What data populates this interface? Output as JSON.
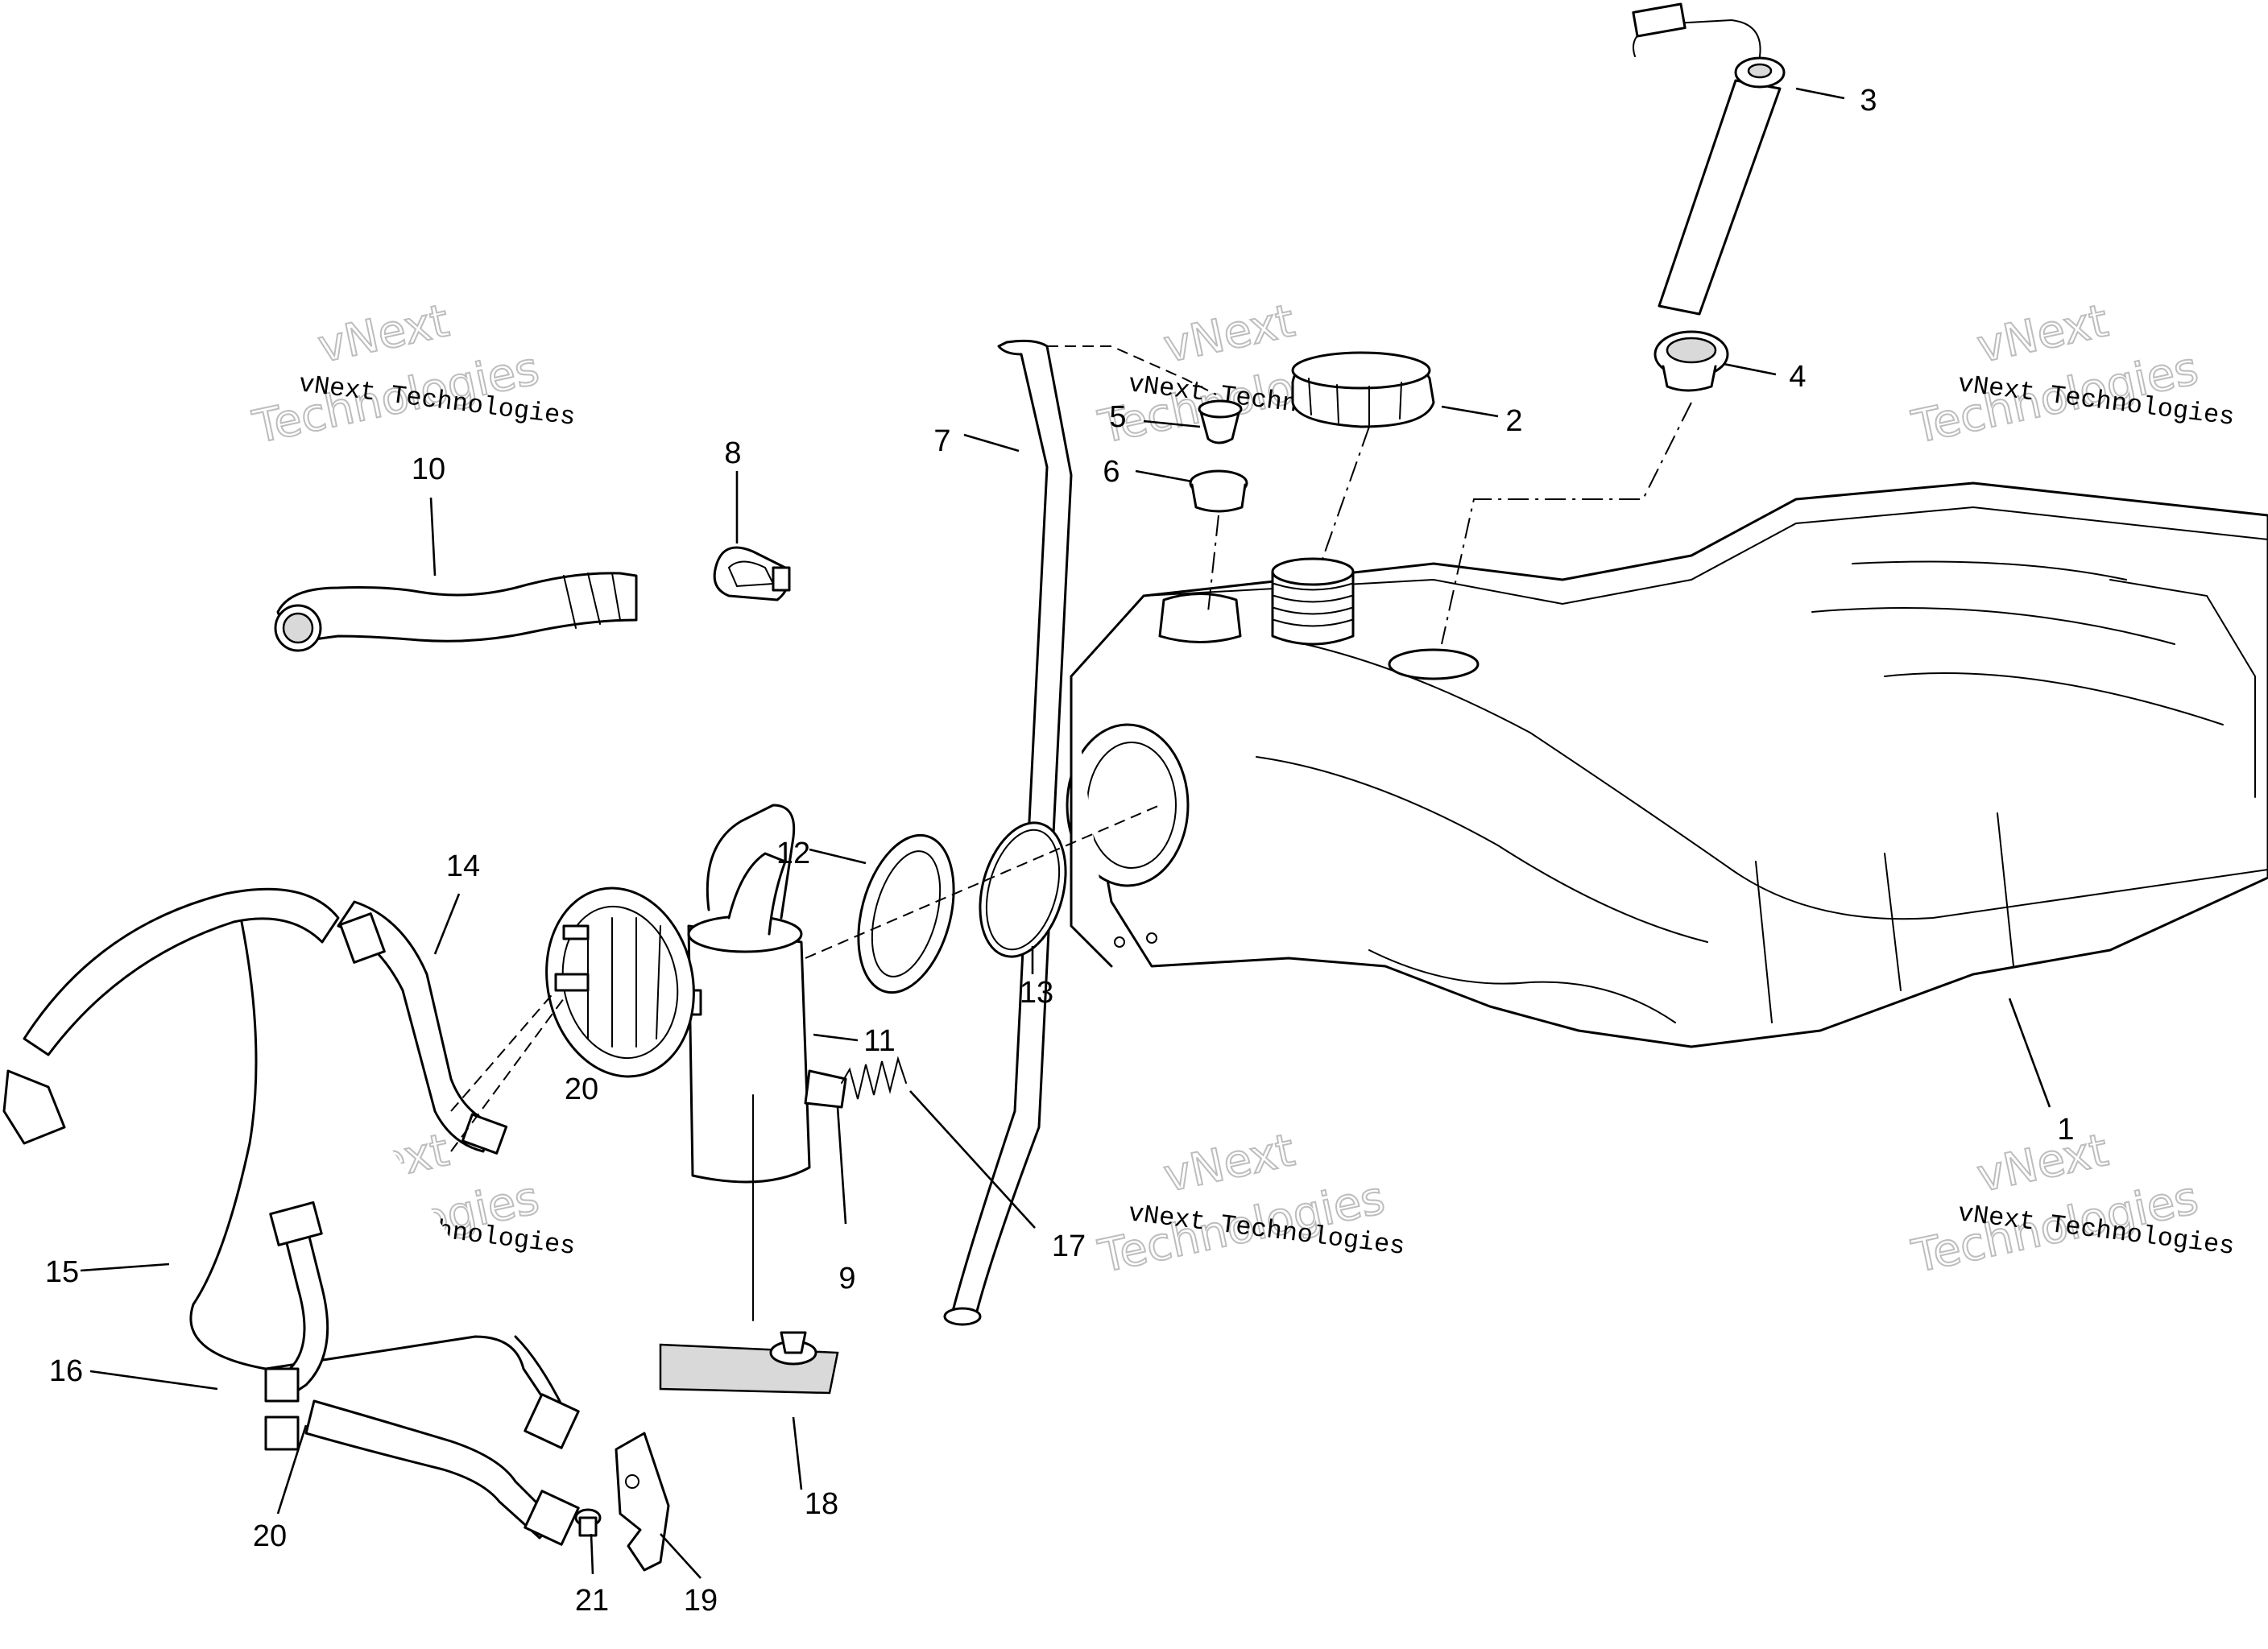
{
  "watermark": {
    "line_small": "vNext Technologies",
    "line_big_top": "vNext",
    "line_big_bottom": "Technologies"
  },
  "callouts": [
    "1",
    "2",
    "3",
    "4",
    "5",
    "6",
    "7",
    "8",
    "9",
    "10",
    "11",
    "12",
    "13",
    "14",
    "15",
    "16",
    "17",
    "18",
    "19",
    "20",
    "20",
    "21"
  ]
}
